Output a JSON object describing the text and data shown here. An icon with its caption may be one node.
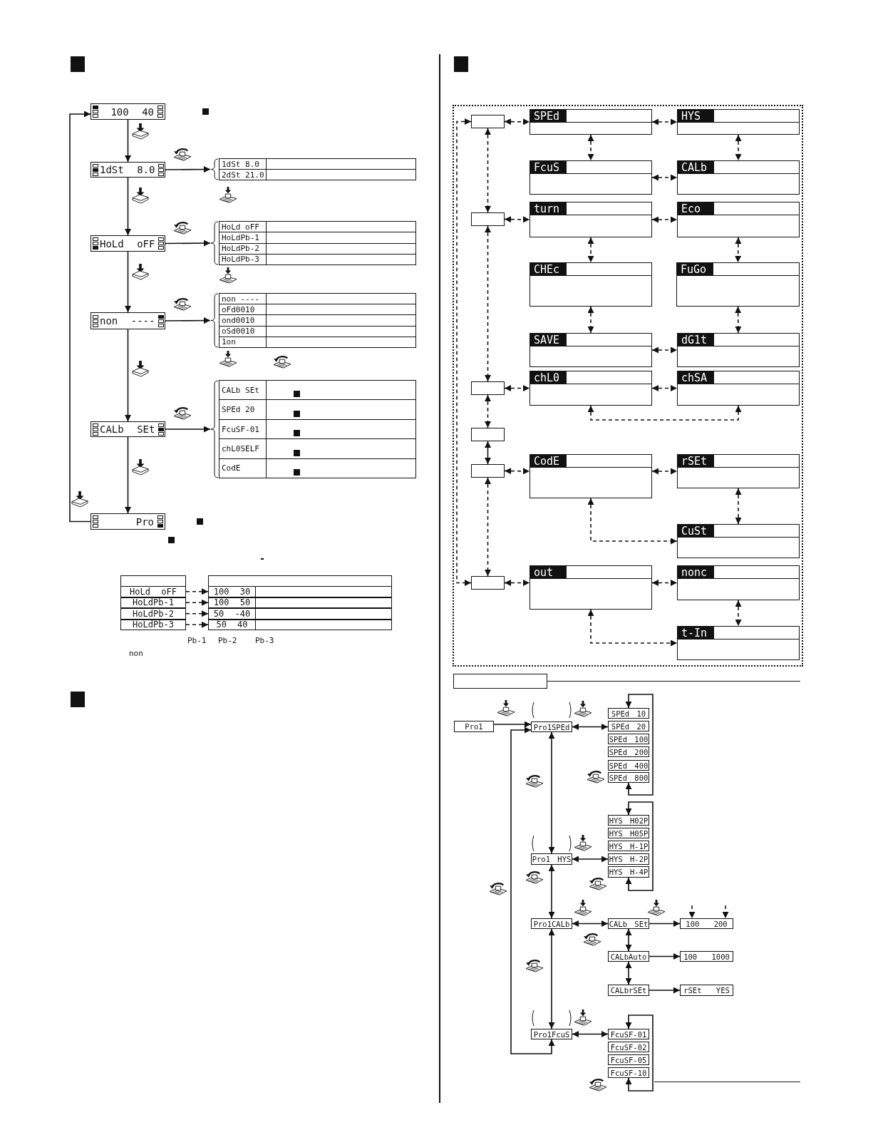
{
  "diagram": {
    "nodes": [
      {
        "text": [
          "100 40"
        ]
      },
      {
        "text": [
          "1dSt 8.0"
        ]
      },
      {
        "text": [
          "HoLd oFF"
        ]
      },
      {
        "text": [
          "non ----"
        ]
      },
      {
        "text": [
          "CALb SEt"
        ]
      },
      {
        "text": [
          "Pro"
        ]
      },
      {
        "text": [
          "1dSt 8.0",
          "2dSt 21.0"
        ]
      },
      {
        "text": [
          "HoLd oFF",
          "HoLdPb-1",
          "HoLdPb-2",
          "HoLdPb-3"
        ]
      },
      {
        "text": [
          "non ----",
          "oFd0010",
          "ond0010",
          "oSd0010",
          "1on"
        ]
      },
      {
        "text": [
          "CALb SEt",
          "SPEd 20",
          "FcuSF-01",
          "chL0SELF",
          "CodE"
        ]
      },
      {
        "text": [
          "HoLd oFF"
        ]
      },
      {
        "text": [
          "HoLdPb-1"
        ]
      },
      {
        "text": [
          "HoLdPb-2"
        ]
      },
      {
        "text": [
          "HoLdPb-3"
        ]
      },
      {
        "text": [
          "100 30"
        ]
      },
      {
        "text": [
          "100 50"
        ]
      },
      {
        "text": [
          "50 -40"
        ]
      },
      {
        "text": [
          "50 40"
        ]
      },
      {
        "text": [],
        "shape": "box"
      },
      {
        "text": [],
        "shape": "box"
      },
      {
        "text": [],
        "shape": "box"
      },
      {
        "text": [],
        "shape": "box"
      },
      {
        "text": [],
        "shape": "box"
      },
      {
        "text": [],
        "shape": "box"
      },
      {
        "text": [
          "SPEd"
        ]
      },
      {
        "text": [
          "HYS"
        ]
      },
      {
        "text": [
          "FcuS"
        ]
      },
      {
        "text": [
          "CALb"
        ]
      },
      {
        "text": [
          "turn"
        ]
      },
      {
        "text": [
          "Eco"
        ]
      },
      {
        "text": [
          "CHEc"
        ]
      },
      {
        "text": [
          "FuGo"
        ]
      },
      {
        "text": [
          "SAVE"
        ]
      },
      {
        "text": [
          "dG1t"
        ]
      },
      {
        "text": [
          "chL0"
        ]
      },
      {
        "text": [
          "chSA"
        ]
      },
      {
        "text": [
          "CodE"
        ]
      },
      {
        "text": [
          "rSEt"
        ]
      },
      {
        "text": [
          "CuSt"
        ]
      },
      {
        "text": [
          "out"
        ]
      },
      {
        "text": [
          "nonc"
        ]
      },
      {
        "text": [
          "t-In"
        ]
      },
      {
        "text": [
          "Pro1"
        ]
      },
      {
        "text": [
          "Pro1SPEd"
        ]
      },
      {
        "text": [
          "SPEd 10"
        ]
      },
      {
        "text": [
          "SPEd 20"
        ]
      },
      {
        "text": [
          "SPEd 100"
        ]
      },
      {
        "text": [
          "SPEd 200"
        ]
      },
      {
        "text": [
          "SPEd 400"
        ]
      },
      {
        "text": [
          "SPEd 800"
        ]
      },
      {
        "text": [
          "Pro1 HYS"
        ]
      },
      {
        "text": [
          "HYS H02P"
        ]
      },
      {
        "text": [
          "HYS H05P"
        ]
      },
      {
        "text": [
          "HYS H-1P"
        ]
      },
      {
        "text": [
          "HYS H-2P"
        ]
      },
      {
        "text": [
          "HYS H-4P"
        ]
      },
      {
        "text": [
          "Pro1CALb"
        ]
      },
      {
        "text": [
          "CALb SEt"
        ]
      },
      {
        "text": [
          "100 200"
        ]
      },
      {
        "text": [
          "CALbAuto"
        ]
      },
      {
        "text": [
          "100 1000"
        ]
      },
      {
        "text": [
          "CALbrSEt"
        ]
      },
      {
        "text": [
          "rSEt YES"
        ]
      },
      {
        "text": [
          "Pro1FcuS"
        ]
      },
      {
        "text": [
          "FcuSF-01"
        ]
      },
      {
        "text": [
          "FcuSF-02"
        ]
      },
      {
        "text": [
          "FcuSF-05"
        ]
      },
      {
        "text": [
          "FcuSF-10"
        ]
      },
      {
        "text": [],
        "shape": "box"
      },
      {
        "text": [],
        "shape": "box"
      },
      {
        "text": [],
        "shape": "box"
      },
      {
        "text": [],
        "shape": "box"
      },
      {
        "text": [],
        "shape": "box"
      },
      {
        "text": [],
        "shape": "box"
      }
    ],
    "edges": [
      {
        "from": 0,
        "to": 1,
        "arrow": "to"
      },
      {
        "from": 1,
        "to": 2,
        "arrow": "to"
      },
      {
        "from": 2,
        "to": 3,
        "arrow": "to"
      },
      {
        "from": 3,
        "to": 4,
        "arrow": "to"
      },
      {
        "from": 4,
        "to": 5,
        "arrow": "to"
      },
      {
        "from": 5,
        "to": 0,
        "arrow": "to"
      },
      {
        "from": 1,
        "to": 6,
        "arrow": "to"
      },
      {
        "from": 2,
        "to": 7,
        "arrow": "to"
      },
      {
        "from": 3,
        "to": 8,
        "arrow": "to"
      },
      {
        "from": 4,
        "to": 9,
        "arrow": "to"
      },
      {
        "from": 10,
        "to": 14,
        "arrow": "to",
        "style": "dashed"
      },
      {
        "from": 11,
        "to": 15,
        "arrow": "to",
        "style": "dashed"
      },
      {
        "from": 12,
        "to": 16,
        "arrow": "to",
        "style": "dashed"
      },
      {
        "from": 13,
        "to": 17,
        "arrow": "to",
        "style": "dashed"
      },
      {
        "from": 18,
        "to": 24,
        "arrow": "both",
        "style": "dashed"
      },
      {
        "from": 24,
        "to": 25,
        "arrow": "both",
        "style": "dashed"
      },
      {
        "from": 24,
        "to": 26,
        "arrow": "both",
        "style": "dashed"
      },
      {
        "from": 25,
        "to": 27,
        "arrow": "both",
        "style": "dashed"
      },
      {
        "from": 26,
        "to": 27,
        "arrow": "both",
        "style": "dashed"
      },
      {
        "from": 18,
        "to": 19,
        "arrow": "both",
        "style": "dashed"
      },
      {
        "from": 19,
        "to": 28,
        "arrow": "both",
        "style": "dashed"
      },
      {
        "from": 28,
        "to": 29,
        "arrow": "both",
        "style": "dashed"
      },
      {
        "from": 28,
        "to": 30,
        "arrow": "both",
        "style": "dashed"
      },
      {
        "from": 29,
        "to": 31,
        "arrow": "both",
        "style": "dashed"
      },
      {
        "from": 30,
        "to": 32,
        "arrow": "both",
        "style": "dashed"
      },
      {
        "from": 31,
        "to": 33,
        "arrow": "both",
        "style": "dashed"
      },
      {
        "from": 32,
        "to": 33,
        "arrow": "both",
        "style": "dashed"
      },
      {
        "from": 19,
        "to": 20,
        "arrow": "both",
        "style": "dashed"
      },
      {
        "from": 20,
        "to": 34,
        "arrow": "both",
        "style": "dashed"
      },
      {
        "from": 34,
        "to": 35,
        "arrow": "both",
        "style": "dashed"
      },
      {
        "from": 34,
        "to": 35,
        "arrow": "both",
        "style": "dashed"
      },
      {
        "from": 20,
        "to": 21,
        "arrow": "both",
        "style": "dashed"
      },
      {
        "from": 21,
        "to": 22,
        "arrow": "both"
      },
      {
        "from": 22,
        "to": 36,
        "arrow": "both",
        "style": "dashed"
      },
      {
        "from": 36,
        "to": 37,
        "arrow": "both",
        "style": "dashed"
      },
      {
        "from": 37,
        "to": 38,
        "arrow": "both",
        "style": "dashed"
      },
      {
        "from": 36,
        "to": 38,
        "arrow": "both",
        "style": "dashed"
      },
      {
        "from": 22,
        "to": 23,
        "arrow": "both",
        "style": "dashed"
      },
      {
        "from": 23,
        "to": 39,
        "arrow": "both",
        "style": "dashed"
      },
      {
        "from": 39,
        "to": 40,
        "arrow": "both",
        "style": "dashed"
      },
      {
        "from": 40,
        "to": 41,
        "arrow": "both",
        "style": "dashed"
      },
      {
        "from": 39,
        "to": 41,
        "arrow": "both",
        "style": "dashed"
      },
      {
        "from": 18,
        "to": 23,
        "arrow": "both",
        "style": "dashed"
      },
      {
        "from": 42,
        "to": 43,
        "arrow": "to"
      },
      {
        "from": 43,
        "to": 45,
        "arrow": "both"
      },
      {
        "from": 44,
        "to": 49,
        "arrow": "both"
      },
      {
        "from": 43,
        "to": 50,
        "arrow": "both"
      },
      {
        "from": 50,
        "to": 54,
        "arrow": "both"
      },
      {
        "from": 51,
        "to": 55,
        "arrow": "both"
      },
      {
        "from": 50,
        "to": 56,
        "arrow": "both"
      },
      {
        "from": 56,
        "to": 57,
        "arrow": "both"
      },
      {
        "from": 57,
        "to": 58,
        "arrow": "to"
      },
      {
        "from": null,
        "to": 58,
        "arrow": "to",
        "style": "dashed"
      },
      {
        "from": null,
        "to": 58,
        "arrow": "to",
        "style": "dashed"
      },
      {
        "from": 57,
        "to": 59,
        "arrow": "both"
      },
      {
        "from": 59,
        "to": 60,
        "arrow": "to"
      },
      {
        "from": 59,
        "to": 61,
        "arrow": "both"
      },
      {
        "from": 61,
        "to": 62,
        "arrow": "to"
      },
      {
        "from": 56,
        "to": 63,
        "arrow": "both"
      },
      {
        "from": 63,
        "to": 64,
        "arrow": "both"
      },
      {
        "from": 64,
        "to": 67,
        "arrow": "both"
      },
      {
        "from": 63,
        "to": 43,
        "arrow": "both"
      }
    ],
    "labels": [
      "Pb-1",
      "Pb-2",
      "Pb-3",
      "non"
    ]
  }
}
